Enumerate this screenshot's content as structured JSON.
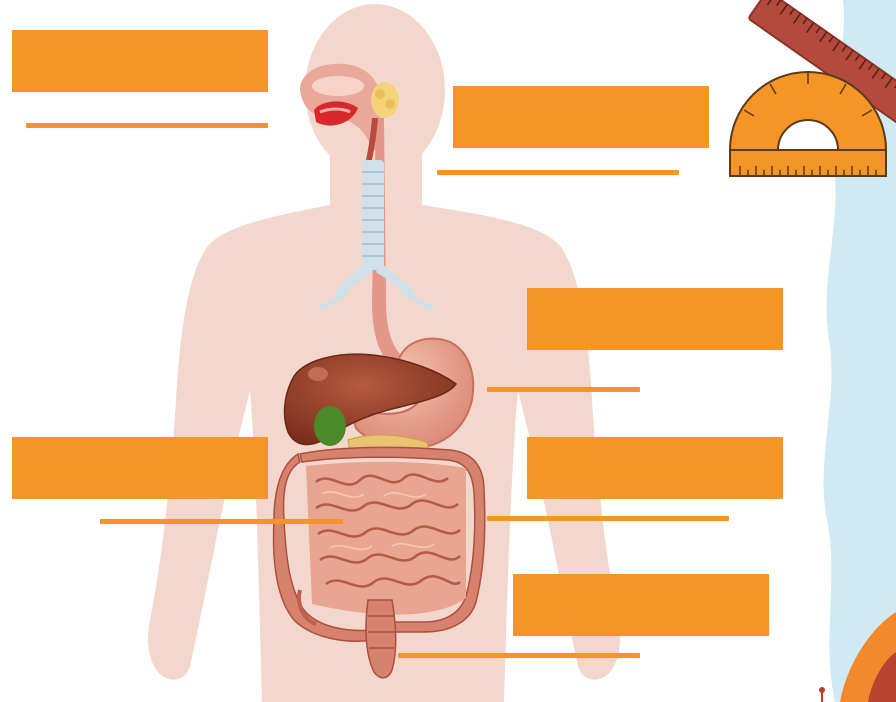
{
  "colors": {
    "label_box": "#f59528",
    "body_silhouette": "#f3d7cd",
    "liver": "#8b3a26",
    "stomach": "#e6a08e",
    "gallbladder": "#4b8a2a",
    "pancreas": "#e9c371",
    "intestine": "#d7826c",
    "trachea": "#c9dce6",
    "water": "#cfeaf4",
    "ruler": "#b34a3c",
    "protractor": "#f59528"
  },
  "icons": {
    "ruler": "ruler-icon",
    "protractor": "protractor-icon"
  },
  "label_boxes": [
    {
      "id": 1,
      "text": ""
    },
    {
      "id": 2,
      "text": ""
    },
    {
      "id": 3,
      "text": ""
    },
    {
      "id": 4,
      "text": ""
    },
    {
      "id": 5,
      "text": ""
    },
    {
      "id": 6,
      "text": ""
    }
  ]
}
